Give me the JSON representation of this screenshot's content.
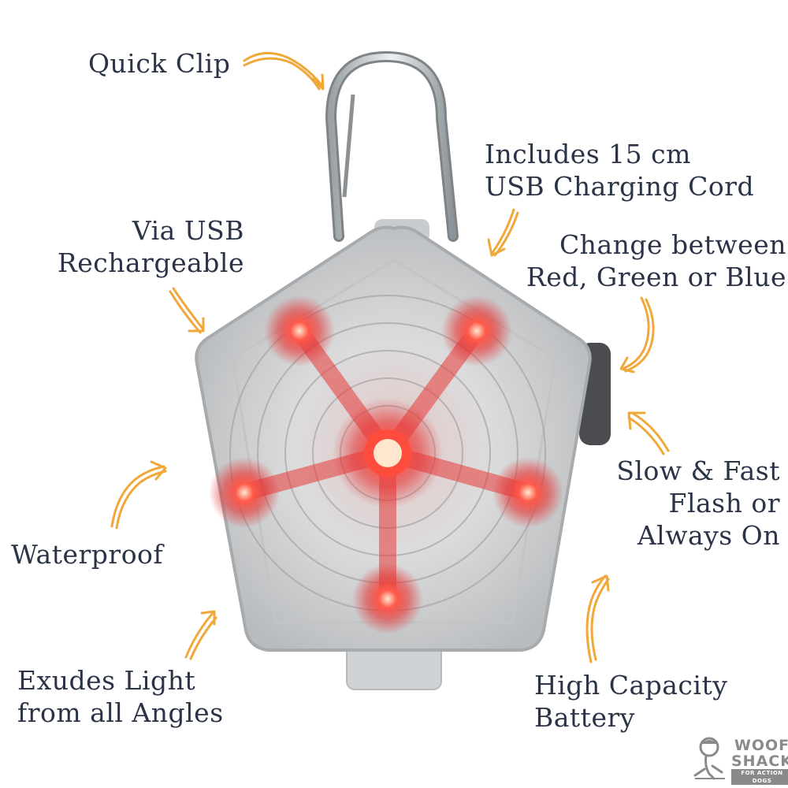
{
  "callouts": {
    "quick_clip": "Quick Clip",
    "usb_cord": [
      "Includes 15 cm",
      "USB Charging Cord"
    ],
    "via_usb": [
      "Via USB",
      "Rechargeable"
    ],
    "change_color": [
      "Change between",
      "Red, Green or Blue"
    ],
    "flash_modes": [
      "Slow & Fast",
      "Flash or",
      "Always On"
    ],
    "waterproof": "Waterproof",
    "exudes": [
      "Exudes Light",
      "from all Angles"
    ],
    "battery": [
      "High Capacity",
      "Battery"
    ]
  },
  "logo": {
    "word1": "WOOF",
    "word2": "SHACK",
    "tagline": "FOR ACTION DOGS"
  },
  "colors": {
    "text": "#2b3347",
    "arrow": "#f0a83a",
    "led": "#ff2a2a",
    "housing": "#d9dcde"
  },
  "icons": [
    "carabiner-clip-icon",
    "dog-mascot-icon"
  ]
}
